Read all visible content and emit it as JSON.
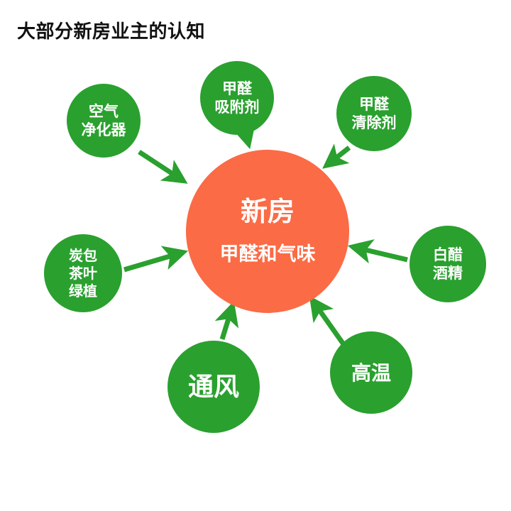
{
  "title": "大部分新房业主的认知",
  "colors": {
    "node_green": "#2aa02f",
    "center_orange": "#fb6b45",
    "arrow_green": "#2aa02f"
  },
  "center": {
    "line1": "新房",
    "line2": "甲醛和气味"
  },
  "nodes": {
    "air_purifier": [
      "空气",
      "净化器"
    ],
    "absorbent": [
      "甲醛",
      "吸附剂"
    ],
    "remover": [
      "甲醛",
      "清除剂"
    ],
    "charcoal": [
      "炭包",
      "茶叶",
      "绿植"
    ],
    "vinegar": [
      "白醋",
      "酒精"
    ],
    "ventilation": [
      "通风"
    ],
    "heating": [
      "高温"
    ]
  }
}
